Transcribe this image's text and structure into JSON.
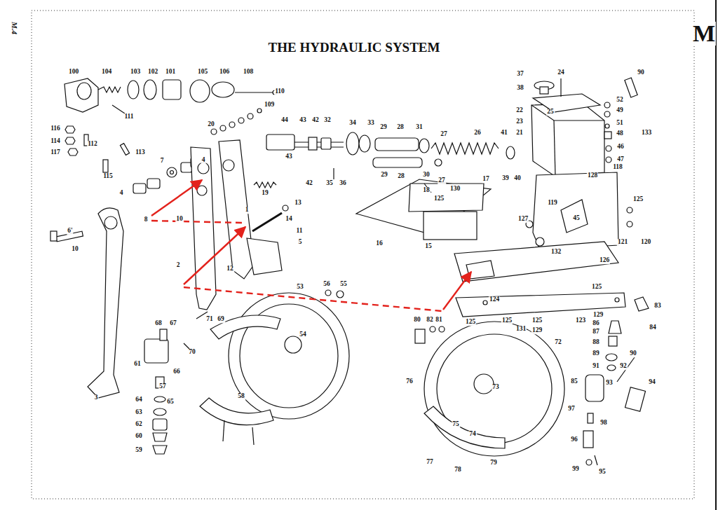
{
  "diagram": {
    "title": "THE HYDRAULIC SYSTEM",
    "labels": [
      "M.4",
      "M",
      "100",
      "104",
      "103",
      "102",
      "101",
      "105",
      "106",
      "108",
      "110",
      "109",
      "111",
      "116",
      "114",
      "117",
      "112",
      "113",
      "115",
      "20",
      "7",
      "4",
      "4",
      "1",
      "19",
      "13",
      "14",
      "11",
      "5",
      "12",
      "2",
      "8",
      "10",
      "6'",
      "10",
      "3",
      "44",
      "43",
      "42",
      "32",
      "34",
      "33",
      "29",
      "28",
      "31",
      "27",
      "26",
      "43",
      "42",
      "35",
      "36",
      "29",
      "28",
      "30",
      "27",
      "39",
      "40",
      "41",
      "37",
      "38",
      "24",
      "90",
      "22",
      "25",
      "52",
      "49",
      "23",
      "21",
      "51",
      "48",
      "133",
      "46",
      "47",
      "17",
      "130",
      "18",
      "125",
      "16",
      "15",
      "128",
      "118",
      "119",
      "45",
      "127",
      "132",
      "125",
      "121",
      "120",
      "126",
      "124",
      "125",
      "125",
      "131",
      "125",
      "129",
      "123",
      "125",
      "129",
      "83",
      "84",
      "86",
      "87",
      "88",
      "89",
      "90",
      "91",
      "92",
      "85",
      "93",
      "94",
      "97",
      "98",
      "96",
      "99",
      "95",
      "80",
      "82",
      "81",
      "72",
      "76",
      "73",
      "75",
      "74",
      "77",
      "78",
      "79",
      "53",
      "56",
      "55",
      "54",
      "57",
      "58",
      "68",
      "67",
      "71",
      "69",
      "70",
      "61",
      "66",
      "65",
      "64",
      "63",
      "62",
      "60",
      "59"
    ]
  }
}
